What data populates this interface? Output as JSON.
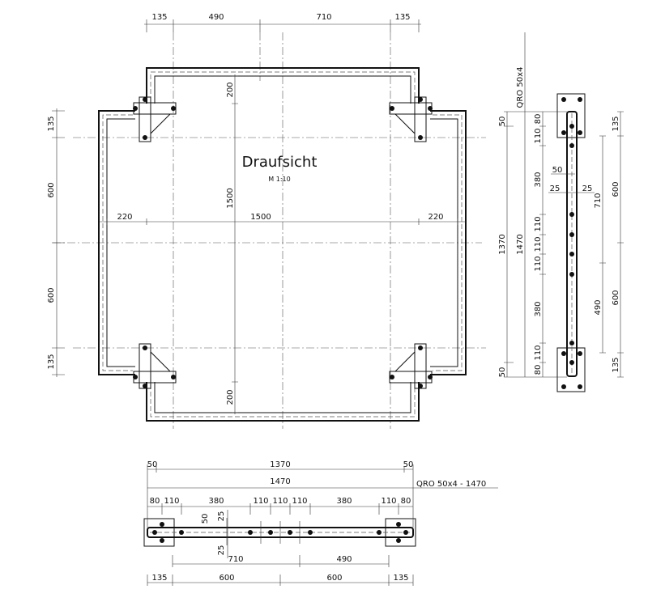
{
  "plan": {
    "title": "Draufsicht",
    "scale": "M 1:10",
    "top_dims": [
      "135",
      "490",
      "710",
      "135"
    ],
    "left_dims": [
      "135",
      "600",
      "600",
      "135"
    ],
    "inner_vertical": [
      "200",
      "1500",
      "200"
    ],
    "inner_horizontal": [
      "220",
      "1500",
      "220"
    ]
  },
  "side_view": {
    "profile": "QRO 50x4",
    "overall": [
      "1370",
      "1470"
    ],
    "ends": [
      "50",
      "50"
    ],
    "segments": [
      "80",
      "110",
      "380",
      "110",
      "110",
      "110",
      "380",
      "110",
      "80"
    ],
    "section": [
      "50",
      "25",
      "25"
    ],
    "right_a": [
      "710",
      "490"
    ],
    "right_b": [
      "135",
      "600",
      "600",
      "135"
    ]
  },
  "bottom_view": {
    "profile_label": "QRO 50x4 - 1470",
    "top_row": [
      "50",
      "1370",
      "50"
    ],
    "overall": "1470",
    "segments": [
      "80",
      "110",
      "380",
      "110",
      "110",
      "110",
      "380",
      "110",
      "80"
    ],
    "section": [
      "50",
      "25",
      "25"
    ],
    "row_a": [
      "710",
      "490"
    ],
    "row_b": [
      "135",
      "600",
      "600",
      "135"
    ]
  }
}
